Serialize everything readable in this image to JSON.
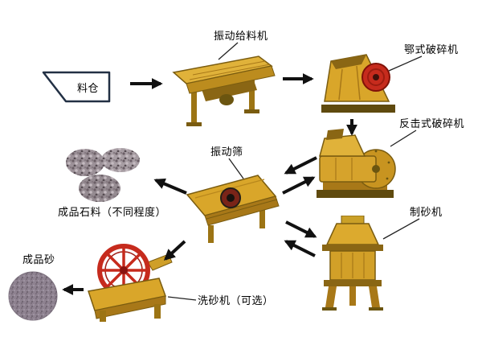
{
  "diagram": {
    "background": "#ffffff",
    "nodes": {
      "hopper": {
        "label": "料仓"
      },
      "feeder": {
        "label": "振动给料机"
      },
      "jaw_crusher": {
        "label": "鄂式破碎机"
      },
      "impact_crusher": {
        "label": "反击式破碎机"
      },
      "vibrating_screen": {
        "label": "振动筛"
      },
      "finished_stone": {
        "label": "成品石料（不同程度）"
      },
      "sand_maker": {
        "label": "制砂机"
      },
      "sand_washer": {
        "label": "洗砂机（可选）"
      },
      "finished_sand": {
        "label": "成品砂"
      }
    },
    "flows": [
      {
        "from": "hopper",
        "to": "feeder"
      },
      {
        "from": "feeder",
        "to": "jaw_crusher"
      },
      {
        "from": "jaw_crusher",
        "to": "impact_crusher"
      },
      {
        "from": "impact_crusher",
        "to": "vibrating_screen",
        "bidirectional": true
      },
      {
        "from": "vibrating_screen",
        "to": "sand_maker",
        "bidirectional": true
      },
      {
        "from": "vibrating_screen",
        "to": "finished_stone"
      },
      {
        "from": "vibrating_screen",
        "to": "sand_washer"
      },
      {
        "from": "sand_washer",
        "to": "finished_sand"
      }
    ],
    "colors": {
      "machine_gold": "#d9a62a",
      "machine_gold_dark": "#a87818",
      "machine_shadow": "#6b5510",
      "accent_red": "#c62b1d",
      "stone_gray": "#9a8f96",
      "sand_gray": "#8e8290",
      "arrow_black": "#111111"
    }
  }
}
